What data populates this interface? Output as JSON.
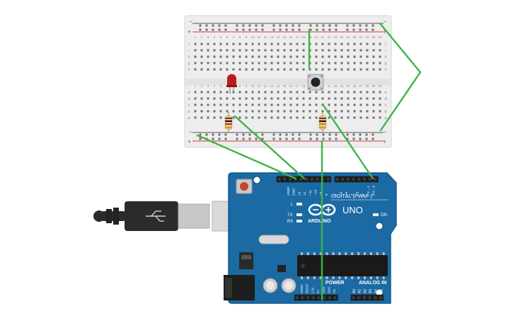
{
  "breadboard": {
    "col_numbers": [
      "1",
      "2",
      "3",
      "4",
      "5",
      "6",
      "7",
      "8",
      "9",
      "10",
      "11",
      "12",
      "13",
      "14",
      "15",
      "16",
      "17",
      "18",
      "19",
      "20",
      "21",
      "22",
      "23",
      "24",
      "25",
      "26",
      "27",
      "28",
      "29",
      "30"
    ],
    "rows_top": [
      "j",
      "i",
      "h",
      "g",
      "f"
    ],
    "rows_bottom": [
      "e",
      "d",
      "c",
      "b",
      "a"
    ],
    "rail_minus": "−",
    "rail_plus": "+"
  },
  "arduino": {
    "brand": "ARDUINO",
    "model": "UNO",
    "on_label": "ON",
    "led_l": "L",
    "led_tx": "TX",
    "led_rx": "RX",
    "digital_header": "DIGITAL (PWM~)",
    "digital_pins": [
      "AREF",
      "GND",
      "13",
      "12",
      "~11",
      "~10",
      "~9",
      "8",
      "7",
      "~6",
      "~5",
      "4",
      "~3",
      "2",
      "TX→1",
      "RX←0"
    ],
    "power_header": "POWER",
    "power_pins": [
      "IOREF",
      "RESET",
      "3.3V",
      "5V",
      "GND",
      "GND",
      "Vin"
    ],
    "analog_header": "ANALOG IN",
    "analog_pins": [
      "A0",
      "A1",
      "A2",
      "A3",
      "A4",
      "A5"
    ]
  },
  "colors": {
    "board": "#1b6aa3",
    "board_edge": "#135a8c",
    "wire": "#3db449",
    "rail_red": "#d33b3b",
    "breadboard": "#ededed",
    "usb": "#2b2b2b",
    "led": "#b91d1d"
  }
}
